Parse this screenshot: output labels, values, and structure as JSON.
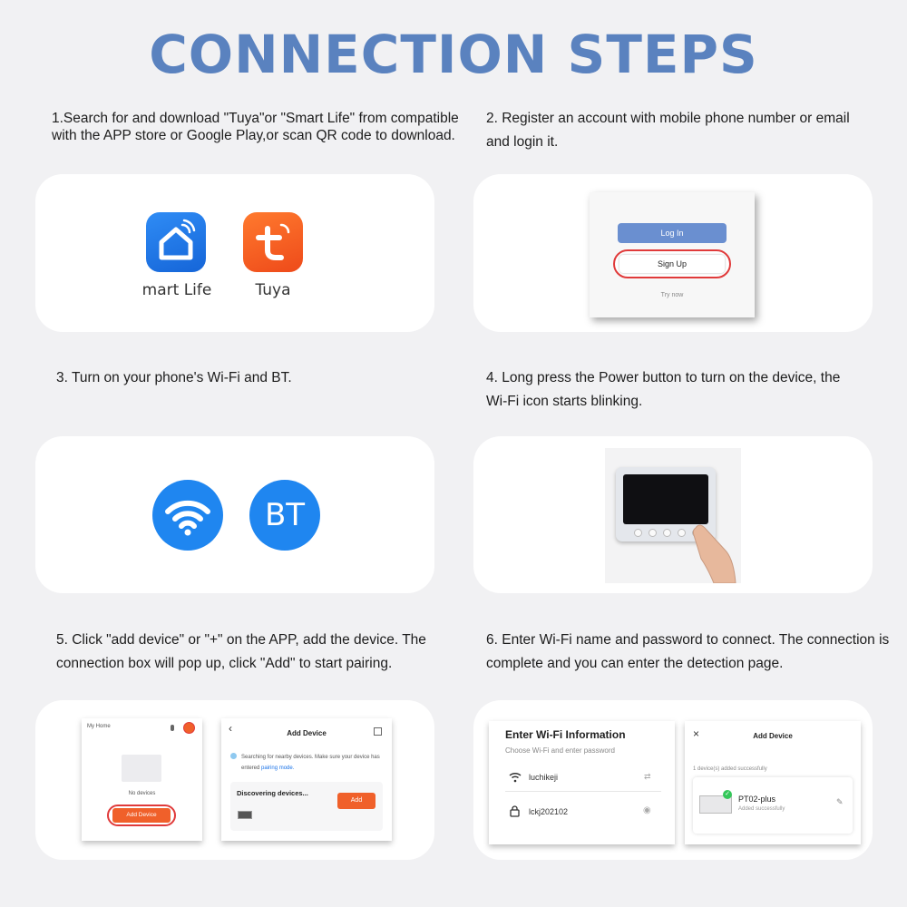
{
  "title": "CONNECTION STEPS",
  "steps": {
    "s1": {
      "text": "1.Search for and download \"Tuya\"or \"Smart Life\" from compatible with the APP store or Google Play,or scan QR code to download."
    },
    "s2": {
      "text": "2. Register an account with mobile phone number or email and login it."
    },
    "s3": {
      "text": "3. Turn on your phone's Wi-Fi and BT."
    },
    "s4": {
      "text": "4. Long press the Power button to turn on the device, the Wi-Fi icon starts blinking."
    },
    "s5": {
      "text": "5. Click \"add device\" or \"+\" on the APP, add the device. The connection box will pop up, click \"Add\" to start pairing."
    },
    "s6": {
      "text": "6. Enter Wi-Fi name and password to connect. The connection is complete and you can enter the detection page."
    }
  },
  "apps": {
    "smart_life_label": "mart Life",
    "tuya_label": "Tuya",
    "smart_life_color": "#1a73e8",
    "tuya_color": "#f0531f"
  },
  "login": {
    "login_label": "Log In",
    "signup_label": "Sign Up",
    "try_label": "Try now",
    "highlight_color": "#e03a3a"
  },
  "connectivity": {
    "bt_label": "BT",
    "icon_color": "#1f86f0"
  },
  "home_screen": {
    "home_label": "My Home",
    "empty_label": "No devices",
    "add_device_label": "Add Device"
  },
  "add_screen": {
    "title": "Add Device",
    "searching_text": "Searching for nearby devices. Make sure your device has entered",
    "pairing_link": "pairing mode.",
    "discovering": "Discovering devices...",
    "add_label": "Add"
  },
  "wifi_screen": {
    "title": "Enter Wi-Fi Information",
    "subtitle": "Choose Wi-Fi and enter password",
    "ssid": "luchikeji",
    "password": "lckj202102"
  },
  "success_screen": {
    "title": "Add Device",
    "status": "1 device(s) added successfully",
    "device_name": "PT02-plus",
    "device_status": "Added successfully"
  }
}
